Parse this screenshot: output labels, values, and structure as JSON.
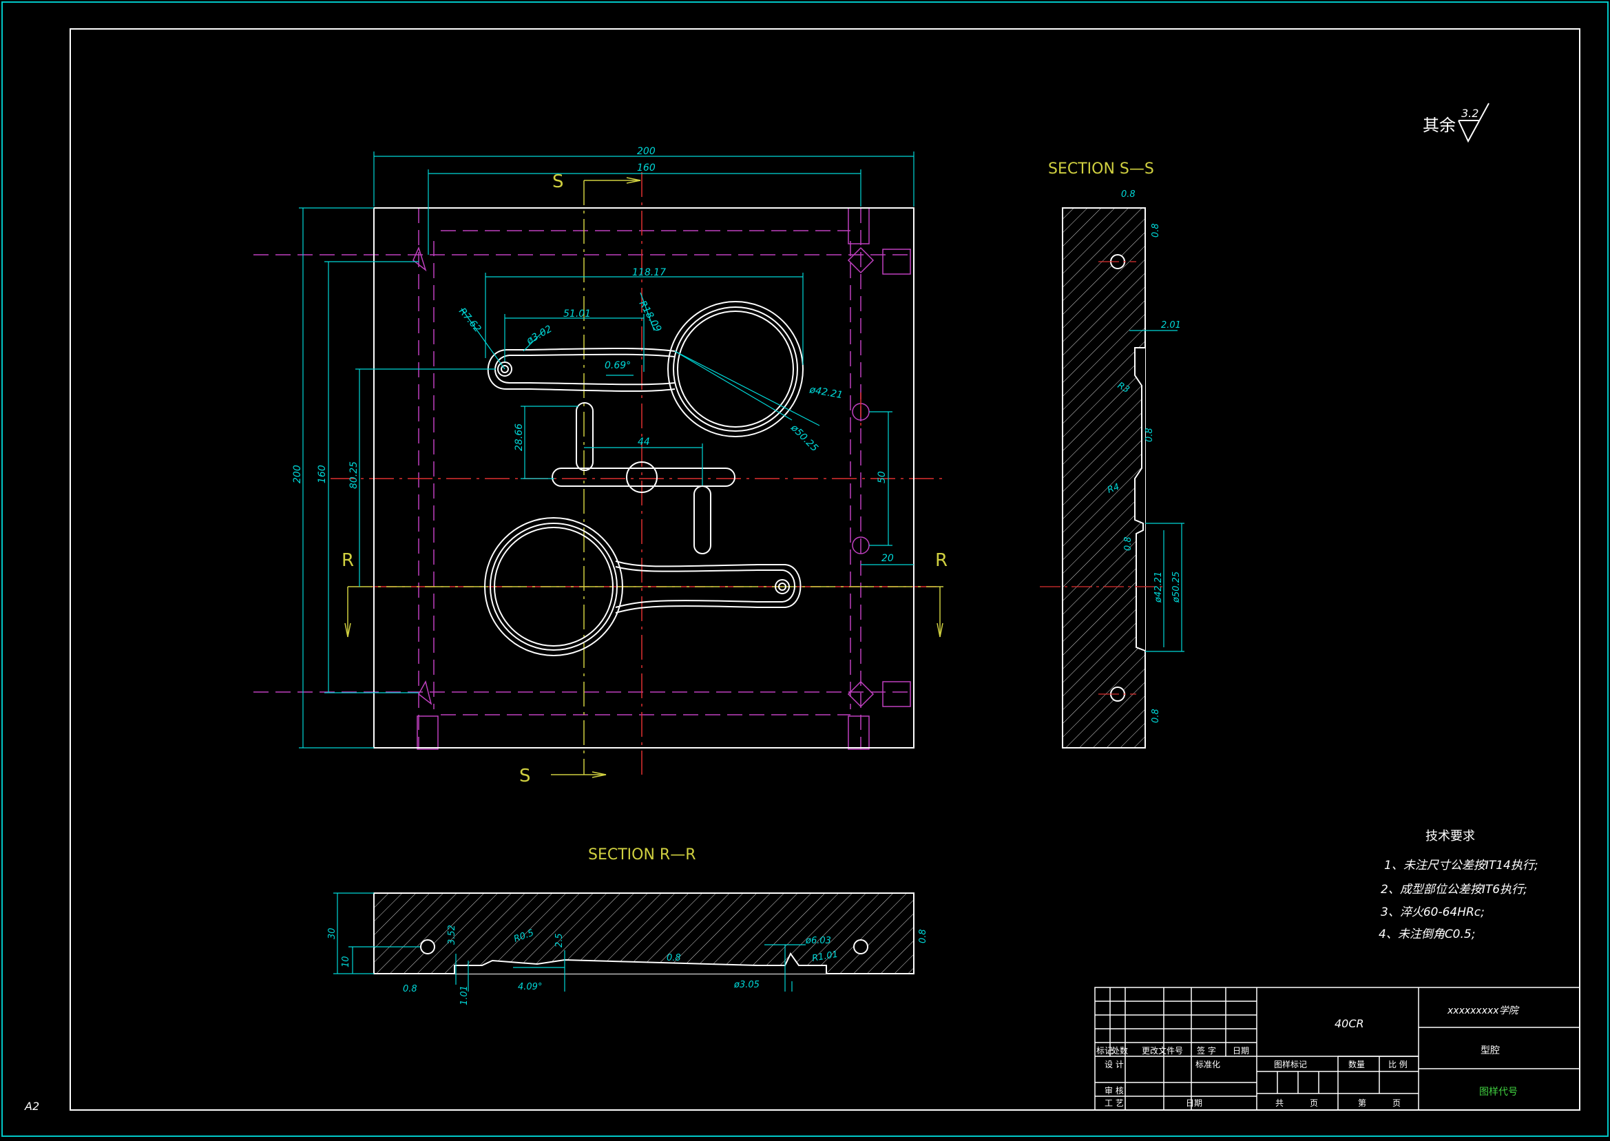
{
  "sheet": {
    "size_label": "A2",
    "material": "40CR"
  },
  "roughness": {
    "prefix": "其余",
    "value": "3.2"
  },
  "views": {
    "section_s_title": "SECTION S—S",
    "section_r_title": "SECTION R—R",
    "cut_s_label": "S",
    "cut_r_label": "R"
  },
  "dimensions": {
    "plan": [
      "200",
      "160",
      "118.17",
      "51.01",
      "R7.62",
      "ø3.02",
      "R18.09",
      "0.69°",
      "ø42.21",
      "ø50.25",
      "28.66",
      "44",
      "50",
      "20",
      "200",
      "160",
      "80.25"
    ],
    "section_s": [
      "0.8",
      "0.8",
      "2.01",
      "R3",
      "0.8",
      "R4",
      "0.8",
      "ø42.21",
      "ø50.25",
      "0.8"
    ],
    "section_r": [
      "30",
      "10",
      "3.52",
      "1.01",
      "R0.5",
      "4.09°",
      "2.5",
      "0.8",
      "ø6.03",
      "R1.01",
      "ø3.05",
      "0.8",
      "0.8"
    ]
  },
  "notes": {
    "title": "技术要求",
    "items": [
      "1、未注尺寸公差按IT14执行;",
      "2、成型部位公差按IT6执行;",
      "3、淬火60-64HRc;",
      "4、未注倒角C0.5;"
    ]
  },
  "title_block": {
    "school": "xxxxxxxxx学院",
    "part_name": "型腔",
    "drawing_no": "图样代号",
    "rev_headers": [
      "标记",
      "处数",
      "更改文件号",
      "签 字",
      "日期"
    ],
    "design": "设 计",
    "standard": "标准化",
    "check": "审 核",
    "process": "工 艺",
    "date": "日期",
    "stage_mark": "图样标记",
    "quantity": "数量",
    "scale": "比 例",
    "total": "共",
    "page": "页",
    "sheet_no": "第"
  }
}
